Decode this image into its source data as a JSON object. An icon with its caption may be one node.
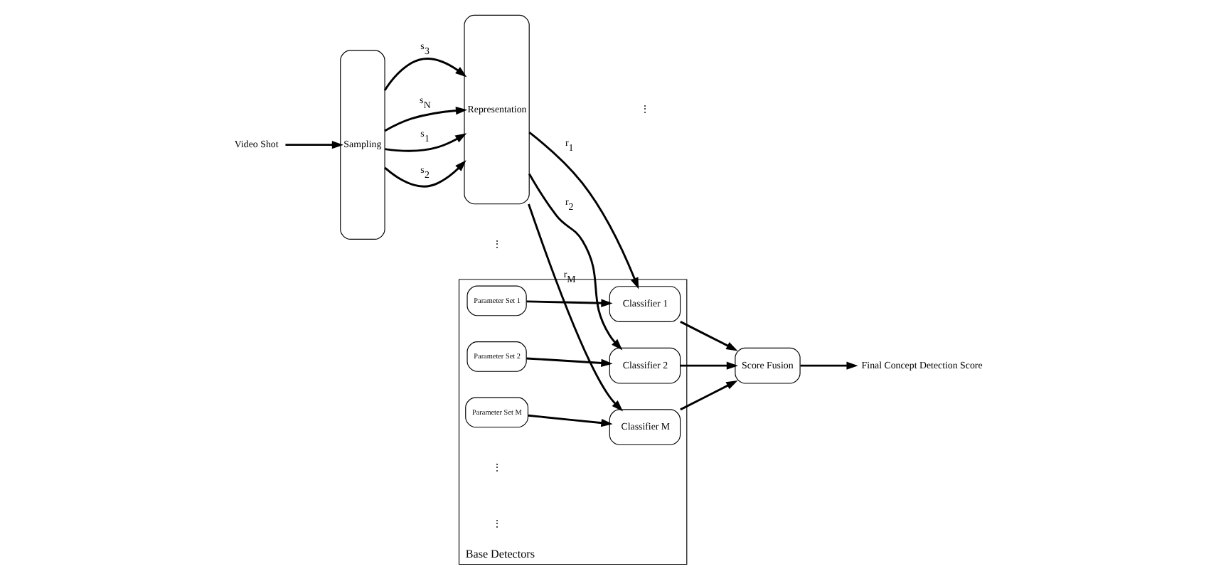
{
  "diagram": {
    "nodes": [
      {
        "text": [
          "Video Shot"
        ]
      },
      {
        "text": [
          "Sampling"
        ]
      },
      {
        "text": [
          "Representation"
        ]
      },
      {
        "text": [
          "Base Detectors"
        ]
      },
      {
        "text": [
          "Parameter Set 1"
        ],
        "in": 3
      },
      {
        "text": [
          "Classifier 1"
        ],
        "in": 3
      },
      {
        "text": [
          "Parameter Set 2"
        ],
        "in": 3
      },
      {
        "text": [
          "Classifier 2"
        ],
        "in": 3
      },
      {
        "text": [
          "Parameter Set M"
        ],
        "in": 3
      },
      {
        "text": [
          "Classifier M"
        ],
        "in": 3
      },
      {
        "text": [
          "Score Fusion"
        ]
      },
      {
        "text": [
          "Final Concept Detection Score"
        ]
      }
    ],
    "edges": [
      {
        "from": 0,
        "to": 1,
        "arrow": "to"
      },
      {
        "from": 1,
        "to": 2,
        "arrow": "to",
        "label": "s$_{1}$"
      },
      {
        "from": 1,
        "to": 2,
        "arrow": "to",
        "label": "s$_{2}$"
      },
      {
        "from": 1,
        "to": 2,
        "arrow": "to",
        "label": "s$_{3}$"
      },
      {
        "from": 1,
        "to": 2,
        "arrow": "to",
        "label": "s$_{N}$"
      },
      {
        "from": 2,
        "to": 5,
        "arrow": "to",
        "label": "r$_{1}$"
      },
      {
        "from": 2,
        "to": 7,
        "arrow": "to",
        "label": "r$_{2}$"
      },
      {
        "from": 2,
        "to": 9,
        "arrow": "to",
        "label": "r$_{M}$"
      },
      {
        "from": 4,
        "to": 5,
        "arrow": "to"
      },
      {
        "from": 6,
        "to": 7,
        "arrow": "to"
      },
      {
        "from": 8,
        "to": 9,
        "arrow": "to"
      },
      {
        "from": 5,
        "to": 10,
        "arrow": "to"
      },
      {
        "from": 7,
        "to": 10,
        "arrow": "to"
      },
      {
        "from": 9,
        "to": 10,
        "arrow": "to"
      },
      {
        "from": 10,
        "to": 11,
        "arrow": "to"
      }
    ],
    "labels": [
      "⋮",
      "⋮",
      "⋮",
      "⋮"
    ]
  }
}
